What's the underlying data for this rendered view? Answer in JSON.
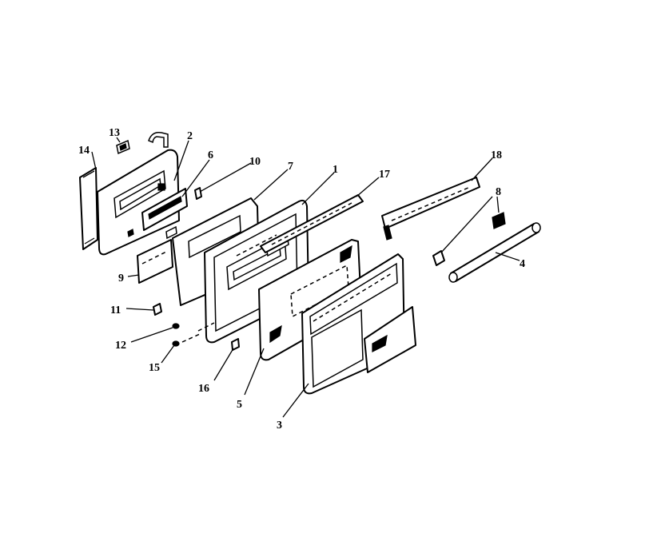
{
  "diagram": {
    "type": "exploded-parts-view",
    "callouts": [
      {
        "id": "c14",
        "label": "14"
      },
      {
        "id": "c13",
        "label": "13"
      },
      {
        "id": "c2",
        "label": "2"
      },
      {
        "id": "c6",
        "label": "6"
      },
      {
        "id": "c10",
        "label": "10"
      },
      {
        "id": "c7",
        "label": "7"
      },
      {
        "id": "c1",
        "label": "1"
      },
      {
        "id": "c17",
        "label": "17"
      },
      {
        "id": "c18",
        "label": "18"
      },
      {
        "id": "c8",
        "label": "8"
      },
      {
        "id": "c4",
        "label": "4"
      },
      {
        "id": "c9",
        "label": "9"
      },
      {
        "id": "c11",
        "label": "11"
      },
      {
        "id": "c12",
        "label": "12"
      },
      {
        "id": "c15",
        "label": "15"
      },
      {
        "id": "c16",
        "label": "16"
      },
      {
        "id": "c5",
        "label": "5"
      },
      {
        "id": "c3",
        "label": "3"
      }
    ]
  }
}
